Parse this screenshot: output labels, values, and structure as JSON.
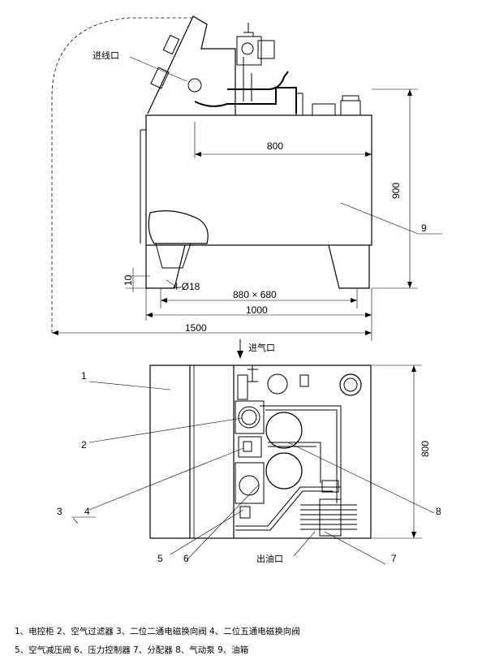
{
  "side_view": {
    "inlet_wire": "进线口",
    "dim_800": "800",
    "dim_900": "900",
    "dim_10": "10",
    "hole": "4-Ø18",
    "dim_880x680": "880 × 680",
    "dim_1000": "1000",
    "dim_1500": "1500",
    "callout_9": "9"
  },
  "top_view": {
    "air_inlet": "进气口",
    "oil_outlet": "出油口",
    "dim_800": "800",
    "callouts": [
      "1",
      "2",
      "3",
      "4",
      "5",
      "6",
      "7",
      "8"
    ]
  },
  "legend": {
    "line1": "1、电控柜 2、空气过滤器 3、二位二通电磁换向阀 4、二位五通电磁换向阀",
    "line2": "5、空气减压阀 6、压力控制器 7、分配器 8、气动泵 9、油箱"
  }
}
